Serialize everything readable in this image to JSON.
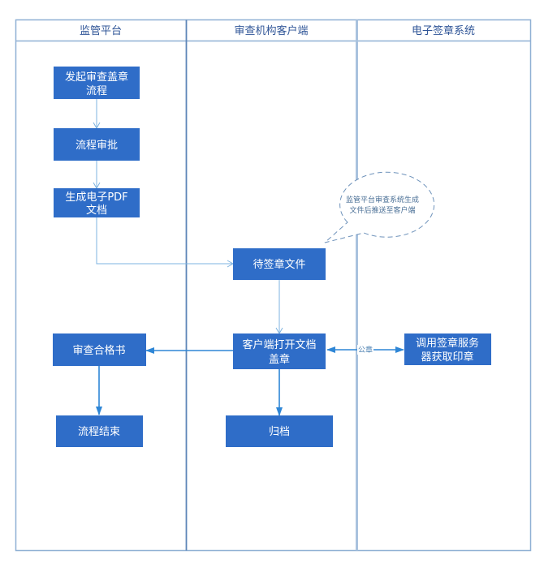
{
  "title": "审查盖章流程泳道图",
  "colors": {
    "box_fill": "#2f6dc8",
    "box_text": "#ffffff",
    "lane_border": "#8fb0d4",
    "lane_border_dark": "#5d86b8",
    "arrow_thin": "#7eb3e0",
    "arrow_thick": "#2e86d6",
    "note_border": "#6f93bb"
  },
  "lanes": [
    {
      "id": "supervision",
      "title": "监管平台"
    },
    {
      "id": "client",
      "title": "审查机构客户端"
    },
    {
      "id": "esign",
      "title": "电子签章系统"
    }
  ],
  "nodes": [
    {
      "id": "start",
      "lane": "supervision",
      "lines": [
        "发起审查盖章",
        "流程"
      ]
    },
    {
      "id": "approve",
      "lane": "supervision",
      "lines": [
        "流程审批"
      ]
    },
    {
      "id": "gen_pdf",
      "lane": "supervision",
      "lines": [
        "生成电子PDF",
        "文档"
      ]
    },
    {
      "id": "pending",
      "lane": "client",
      "lines": [
        "待签章文件"
      ]
    },
    {
      "id": "open_seal",
      "lane": "client",
      "lines": [
        "客户端打开文档",
        "盖章"
      ]
    },
    {
      "id": "cert",
      "lane": "supervision",
      "lines": [
        "审查合格书"
      ]
    },
    {
      "id": "end",
      "lane": "supervision",
      "lines": [
        "流程结束"
      ]
    },
    {
      "id": "archive",
      "lane": "client",
      "lines": [
        "归档"
      ]
    },
    {
      "id": "call_sign",
      "lane": "esign",
      "lines": [
        "调用签章服务",
        "器获取印章"
      ]
    }
  ],
  "edges": [
    {
      "from": "start",
      "to": "approve",
      "label": ""
    },
    {
      "from": "approve",
      "to": "gen_pdf",
      "label": ""
    },
    {
      "from": "gen_pdf",
      "to": "pending",
      "label": ""
    },
    {
      "from": "pending",
      "to": "open_seal",
      "label": ""
    },
    {
      "from": "open_seal",
      "to": "cert",
      "label": ""
    },
    {
      "from": "cert",
      "to": "end",
      "label": ""
    },
    {
      "from": "open_seal",
      "to": "archive",
      "label": ""
    },
    {
      "from": "open_seal",
      "to": "call_sign",
      "label": "公章",
      "bidirectional": true
    }
  ],
  "note": {
    "lines": [
      "监管平台审查系统生成",
      "文件后推送至客户端"
    ],
    "attached_to": "pending"
  }
}
